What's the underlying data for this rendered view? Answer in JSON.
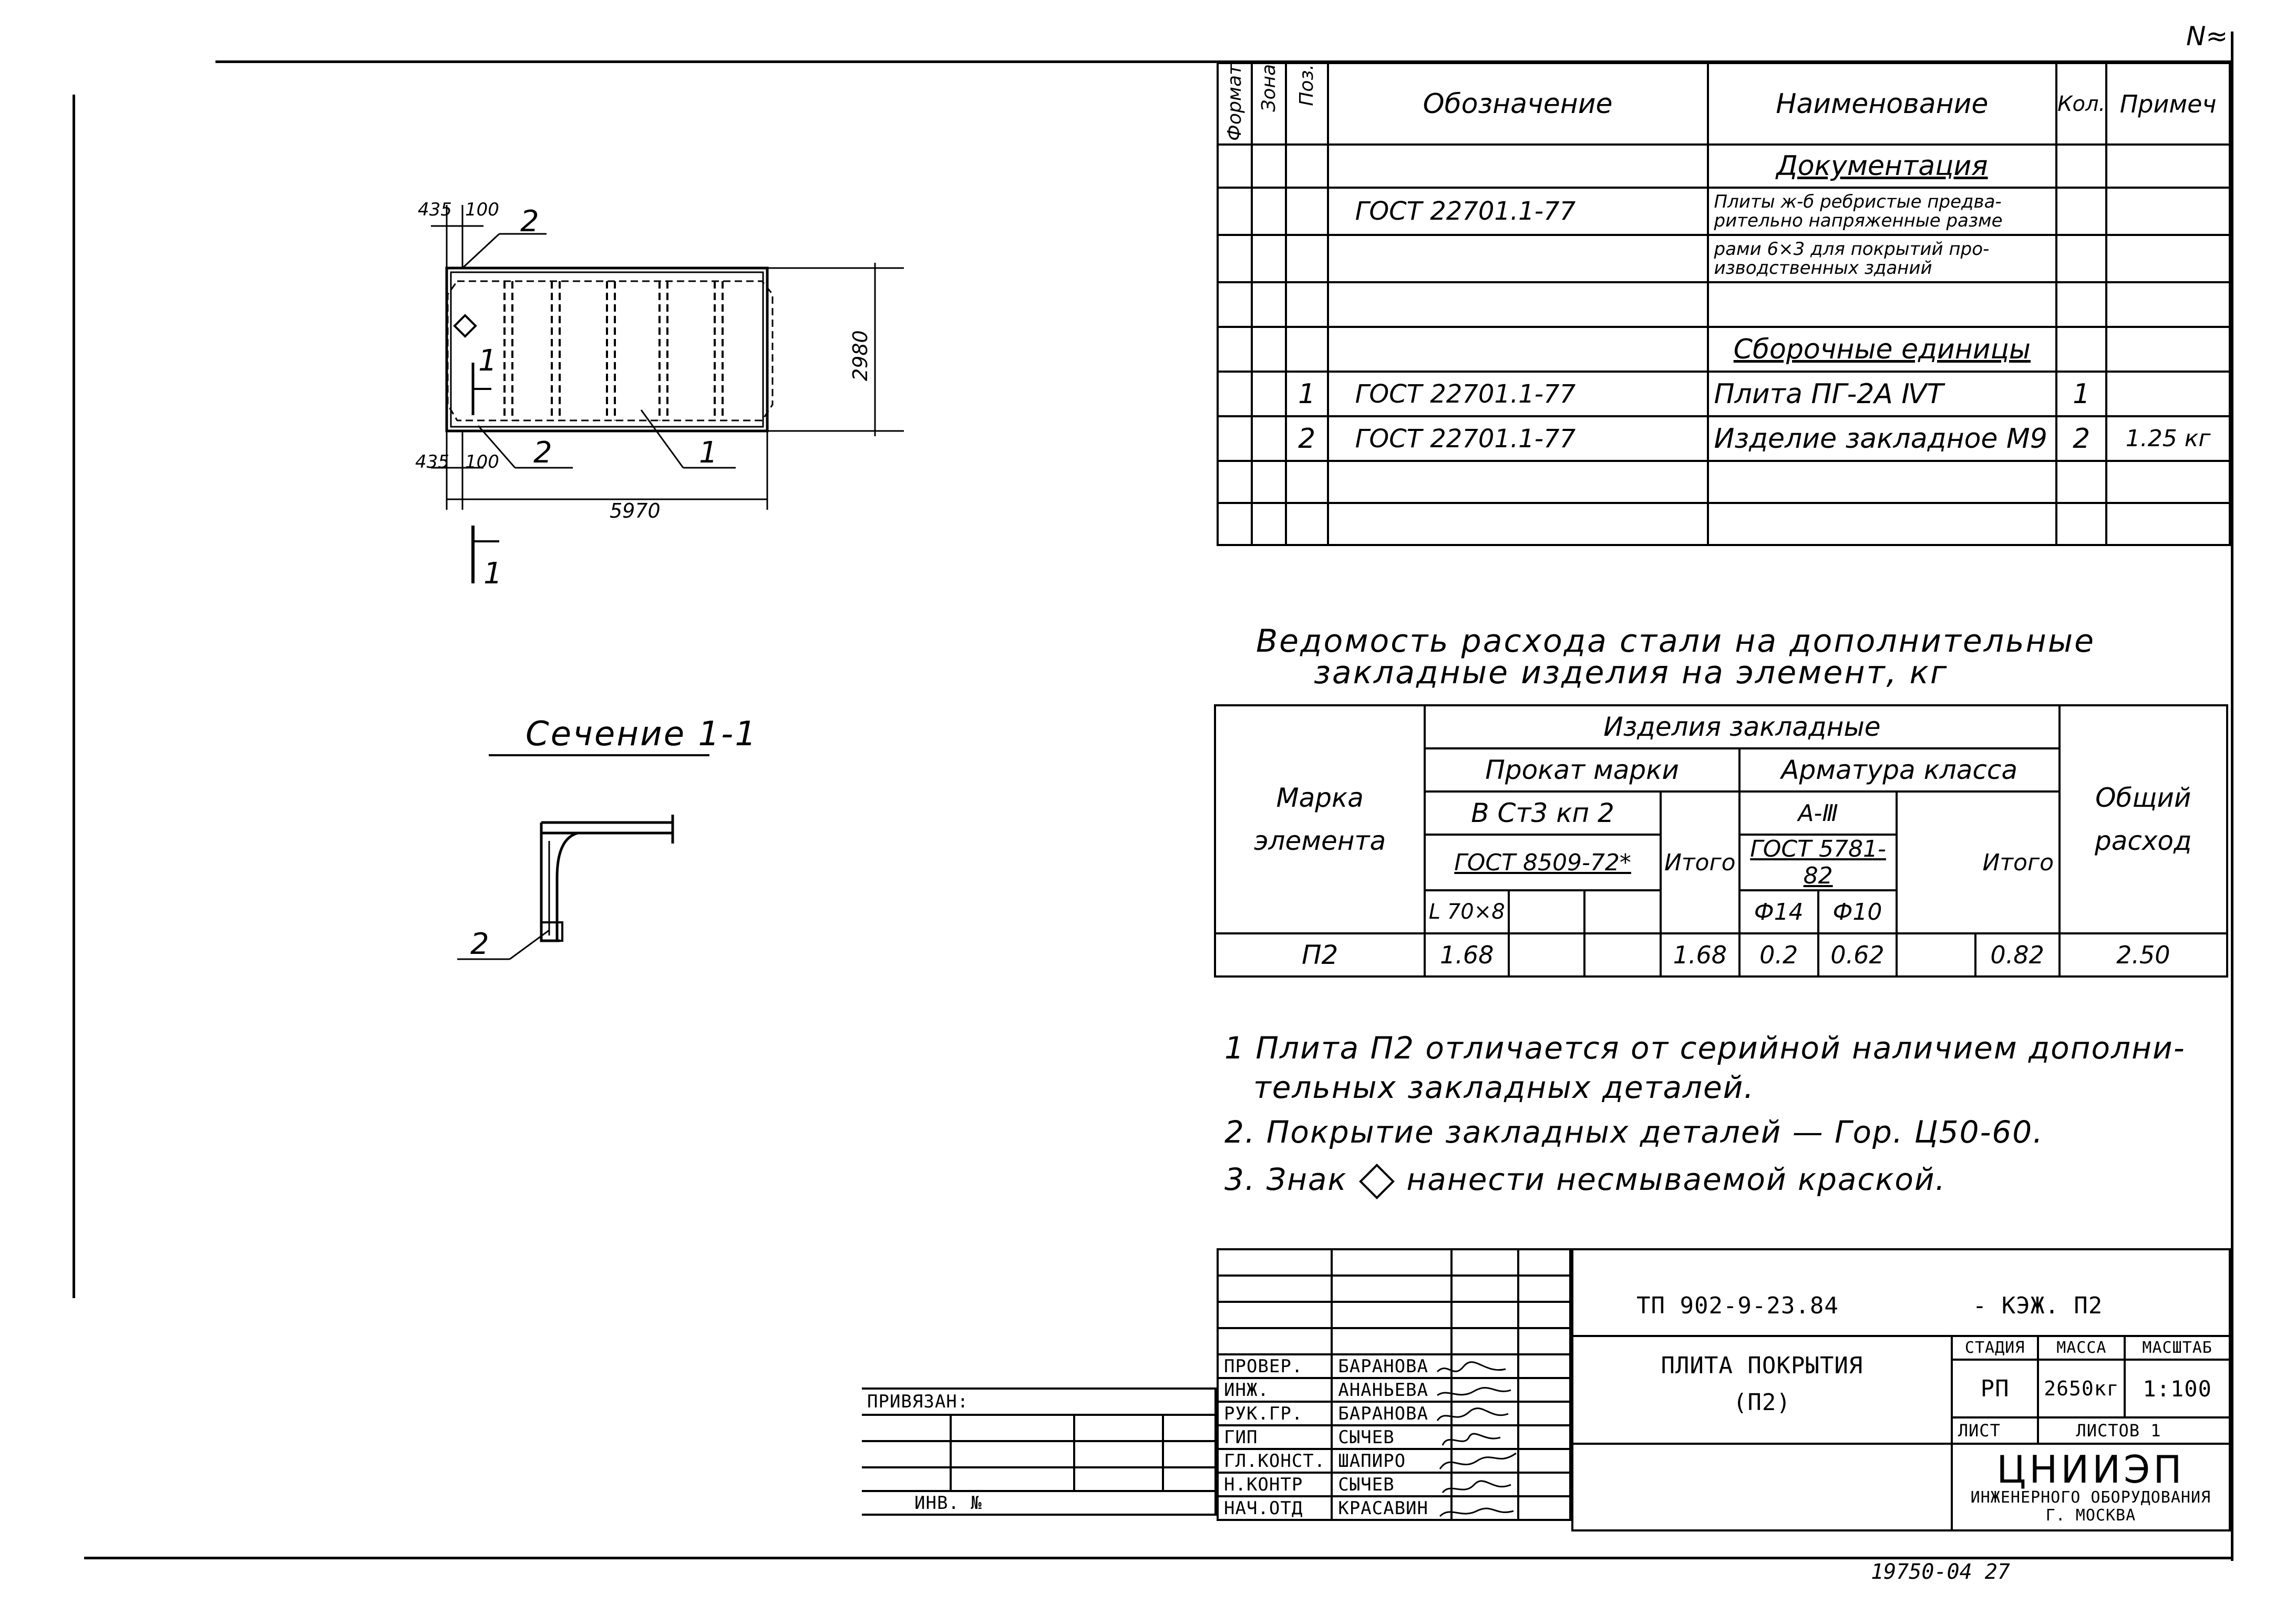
{
  "corner_mark": "Ν≈",
  "plan": {
    "dims": {
      "d435_top": "435",
      "d100_top": "100",
      "d435_bot": "435",
      "d100_bot": "100",
      "d2980": "2980",
      "d5970": "5970"
    },
    "labels": {
      "pos2_top": "2",
      "pos2_bot": "2",
      "pos1": "1",
      "cut_top": "1",
      "cut_bot": "1"
    }
  },
  "section": {
    "title": "Сечение 1-1",
    "pos": "2"
  },
  "spec": {
    "headers": {
      "format": "Формат",
      "zone": "Зона",
      "pos": "Поз.",
      "designation": "Обозначение",
      "name": "Наименование",
      "qty": "Кол.",
      "note": "Примеч"
    },
    "sec_docs": "Документация",
    "doc_designation": "ГОСТ 22701.1-77",
    "doc_name_1": "Плиты ж-б ребристые предва-рительно напряженные разме",
    "doc_name_2": "рами 6×3 для покрытий про-изводственных зданий",
    "sec_units": "Сборочные единицы",
    "row1": {
      "pos": "1",
      "designation": "ГОСТ 22701.1-77",
      "name": "Плита ПГ-2А ⅣТ",
      "qty": "1",
      "note": ""
    },
    "row2": {
      "pos": "2",
      "designation": "ГОСТ 22701.1-77",
      "name": "Изделие закладное М9",
      "qty": "2",
      "note": "1.25 кг"
    }
  },
  "steel": {
    "title_1": "Ведомость расхода стали на дополнительные",
    "title_2": "закладные изделия на элемент, кг",
    "h_mark_1": "Марка",
    "h_mark_2": "элемента",
    "h_items": "Изделия закладные",
    "h_rolled": "Прокат марки",
    "h_rebar": "Арматура класса",
    "h_steel_grade": "В Ст3 кп 2",
    "h_rebar_class": "А-Ⅲ",
    "h_gost_rolled": "ГОСТ 8509-72*",
    "h_gost_rebar": "ГОСТ 5781-82",
    "h_total_1": "Итого",
    "h_total_2": "Итого",
    "h_overall_1": "Общий",
    "h_overall_2": "расход",
    "h_angle": "L 70×8",
    "h_d14": "Ф14",
    "h_d10": "Ф10",
    "row": {
      "mark": "П2",
      "angle": "1.68",
      "total_rolled": "1.68",
      "d14": "0.2",
      "d10": "0.62",
      "total_rebar": "0.82",
      "overall": "2.50"
    }
  },
  "notes": {
    "n1a": "1  Плита П2 отличается от серийной наличием дополни-",
    "n1b": "тельных закладных деталей.",
    "n2": "2. Покрытие закладных деталей — Гор. Ц50-60.",
    "n3a": "3. Знак",
    "n3b": "нанести несмываемой краской."
  },
  "stamp": {
    "project": "ТП 902-9-23.84",
    "code": "- КЭЖ. П2",
    "title_1": "ПЛИТА   ПОКРЫТИЯ",
    "title_2": "(П2)",
    "stage_h": "СТАДИЯ",
    "mass_h": "МАССА",
    "scale_h": "МАСШТАБ",
    "stage": "РП",
    "mass": "2650кг",
    "scale": "1:100",
    "sheet": "ЛИСТ",
    "sheets": "ЛИСТОВ 1",
    "org": "ЦНИИЭП",
    "org_2": "ИНЖЕНЕРНОГО ОБОРУДОВАНИЯ",
    "org_3": "Г. МОСКВА",
    "roles": [
      {
        "role": "ПРОВЕР.",
        "name": "БАРАНОВА"
      },
      {
        "role": "ИНЖ.",
        "name": "АНАНЬЕВА"
      },
      {
        "role": "РУК.ГР.",
        "name": "БАРАНОВА"
      },
      {
        "role": "ГИП",
        "name": "СЫЧЕВ"
      },
      {
        "role": "ГЛ.КОНСТ.",
        "name": "ШАПИРО"
      },
      {
        "role": "Н.КОНТР",
        "name": "СЫЧЕВ"
      },
      {
        "role": "НАЧ.ОТД",
        "name": "КРАСАВИН"
      }
    ],
    "bound": "ПРИВЯЗАН:",
    "inv": "ИНВ. №"
  },
  "footer": "19750-04  27"
}
